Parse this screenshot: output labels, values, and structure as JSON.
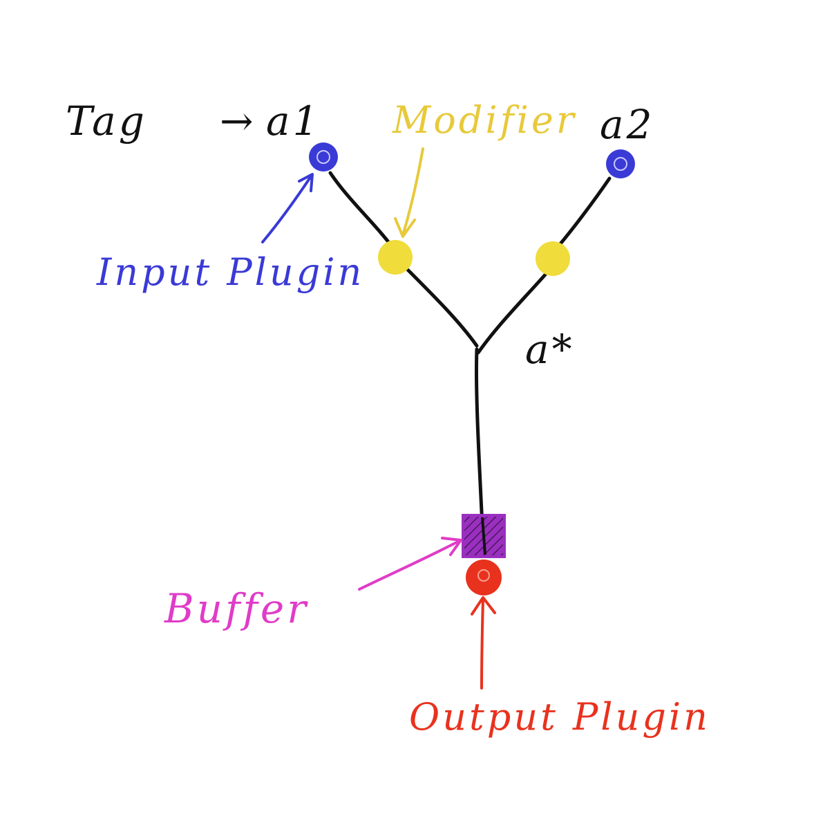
{
  "labels": {
    "tag": "Tag",
    "tag_arrow": "→",
    "a1": "a1",
    "a2": "a2",
    "modifier": "Modifier",
    "input_plugin": "Input Plugin",
    "a_star": "a*",
    "buffer": "Buffer",
    "output_plugin": "Output Plugin"
  },
  "colors": {
    "background": "#ffffff",
    "ink": "#111111",
    "input": "#3a3ad6",
    "modifier": "#f0dc3a",
    "modifier_text": "#e8c93a",
    "buffer": "#9b2fbf",
    "buffer_arrow": "#e03cc8",
    "output": "#e8321e"
  }
}
